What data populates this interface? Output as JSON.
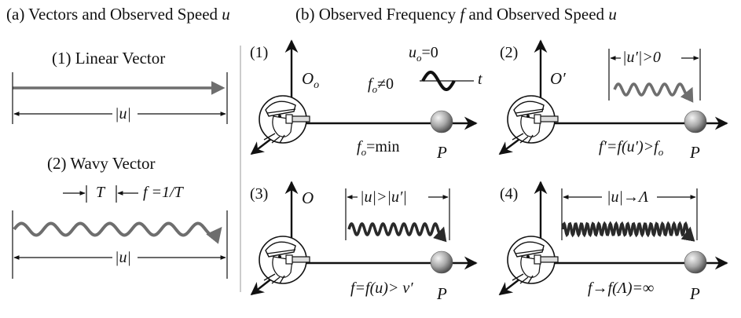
{
  "panel_a": {
    "title_prefix": "(a) Vectors and Observed Speed ",
    "title_var": "u",
    "linear": {
      "caption": "(1) Linear Vector",
      "span_label": "|u|"
    },
    "wavy": {
      "caption": "(2) Wavy Vector",
      "period_label": "T",
      "freq_label": "f =1/T",
      "span_label": "|u|"
    }
  },
  "panel_b": {
    "title_prefix": "(b) Observed Frequency ",
    "title_var_f": "f",
    "title_mid": " and Observed Speed ",
    "title_var_u": "u",
    "quadrants": [
      {
        "index": "(1)",
        "observer": "O",
        "observer_sub": "o",
        "speed_label": "u",
        "speed_sub": "o",
        "speed_value": "=0",
        "freq_top": "f",
        "freq_top_sub": "o",
        "freq_top_value": "≠0",
        "wave_axis": "t",
        "freq_bottom": "f",
        "freq_bottom_sub": "o",
        "freq_bottom_value": "=min",
        "target": "P"
      },
      {
        "index": "(2)",
        "observer": "O′",
        "speed_label": "|u′|>0",
        "formula": "f′=f(u′)>f",
        "formula_sub": "o",
        "target": "P"
      },
      {
        "index": "(3)",
        "observer": "O",
        "speed_label": "|u|>|u′|",
        "formula": "f=f(u)> v′",
        "target": "P"
      },
      {
        "index": "(4)",
        "speed_label": "|u|→Λ",
        "formula": "f→f(Λ)=∞",
        "target": "P"
      }
    ]
  },
  "colors": {
    "ink": "#111111",
    "vector_gray": "#6e6e6e",
    "wave_dark": "#2a2a2a",
    "sphere_light": "#f2f2f2",
    "sphere_dark": "#5a5a5a"
  }
}
